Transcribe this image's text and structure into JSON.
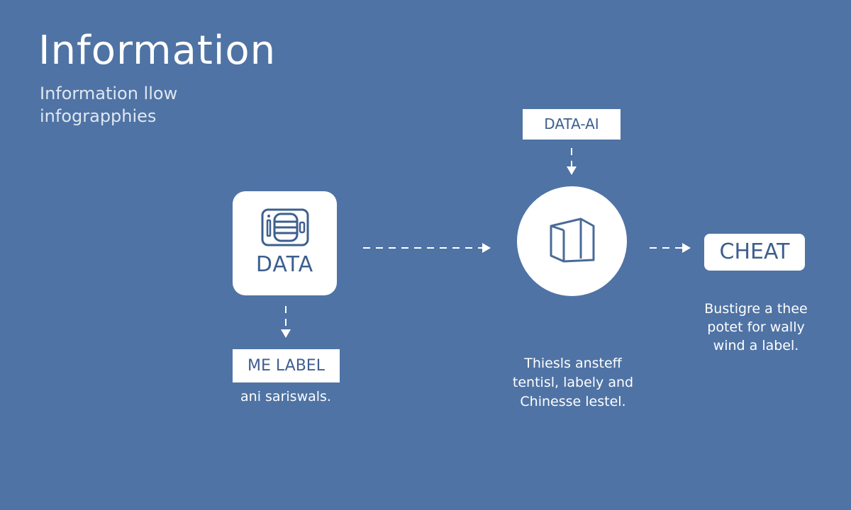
{
  "title": "Information",
  "subtitle": [
    "Information llow",
    "infograpphies"
  ],
  "nodes": {
    "data": {
      "label": "DATA",
      "caption": "ani sariswals.",
      "sub_label": "ME LABEL"
    },
    "ai": {
      "top_label": "DATA-AI",
      "caption": [
        "Thiesls ansteff",
        "tentisl, labely and",
        "Chinesse lestel."
      ]
    },
    "cheat": {
      "label": "CHEAT",
      "caption": [
        "Bustigre a thee",
        "potet for wally",
        "wind a label."
      ]
    }
  },
  "colors": {
    "background": "#4f73a4",
    "node_fill": "#ffffff",
    "node_text": "#3d5f8e",
    "arrow": "#ffffff"
  },
  "icons": {
    "data": "database-card-icon",
    "ai": "box-3d-icon"
  }
}
